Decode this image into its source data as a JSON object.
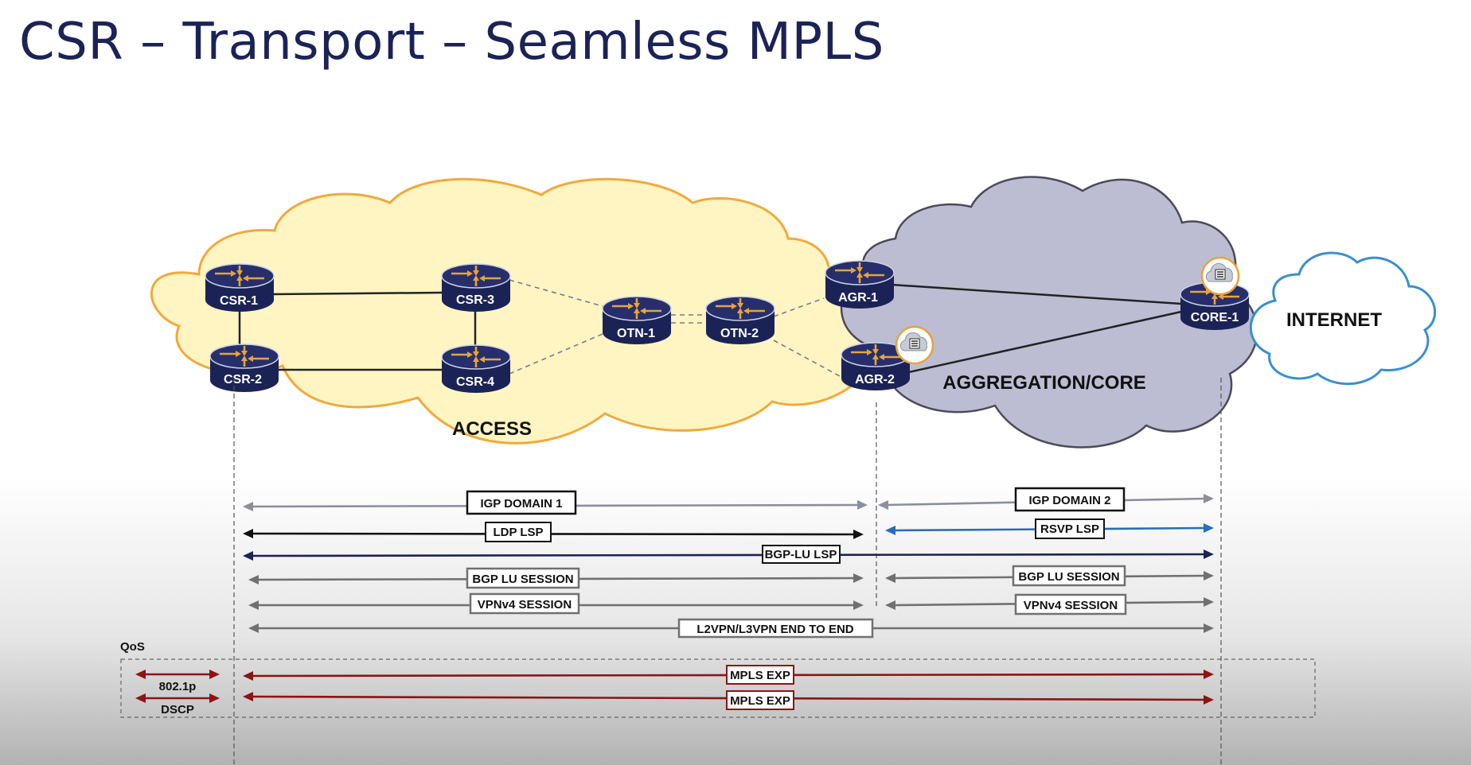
{
  "title": "CSR – Transport – Seamless MPLS",
  "clouds": {
    "access": "ACCESS",
    "aggregation_core": "AGGREGATION/CORE",
    "internet": "INTERNET"
  },
  "routers": {
    "csr1": "CSR-1",
    "csr2": "CSR-2",
    "csr3": "CSR-3",
    "csr4": "CSR-4",
    "otn1": "OTN-1",
    "otn2": "OTN-2",
    "agr1": "AGR-1",
    "agr2": "AGR-2",
    "core1": "CORE-1"
  },
  "segments": {
    "igp_domain_1": "IGP DOMAIN 1",
    "igp_domain_2": "IGP DOMAIN 2",
    "ldp_lsp": "LDP LSP",
    "rsvp_lsp": "RSVP LSP",
    "bgp_lu_lsp": "BGP-LU LSP",
    "bgp_lu_session_access": "BGP LU SESSION",
    "bgp_lu_session_core": "BGP LU SESSION",
    "vpnv4_session_access": "VPNv4 SESSION",
    "vpnv4_session_core": "VPNv4 SESSION",
    "l2vpn_l3vpn": "L2VPN/L3VPN END TO END"
  },
  "qos": {
    "heading": "QoS",
    "dot1p": "802.1p",
    "dscp": "DSCP",
    "mpls_exp_1": "MPLS EXP",
    "mpls_exp_2": "MPLS EXP"
  },
  "colors": {
    "title": "#1b2356",
    "router_body": "#1b2356",
    "router_arrows": "#e8a33c",
    "access_cloud_fill": "#fff5c2",
    "access_cloud_stroke": "#f2a93b",
    "core_cloud_fill": "#bcbdd3",
    "core_cloud_stroke": "#4a4a5a",
    "internet_cloud_stroke": "#3a8fd0",
    "igp_arrow": "#8a8f9c",
    "ldp_arrow": "#111111",
    "rsvp_arrow": "#2b6cb5",
    "bgp_lu_lsp_arrow": "#1b2356",
    "session_arrow": "#707070",
    "qos_arrow": "#8b1414"
  }
}
